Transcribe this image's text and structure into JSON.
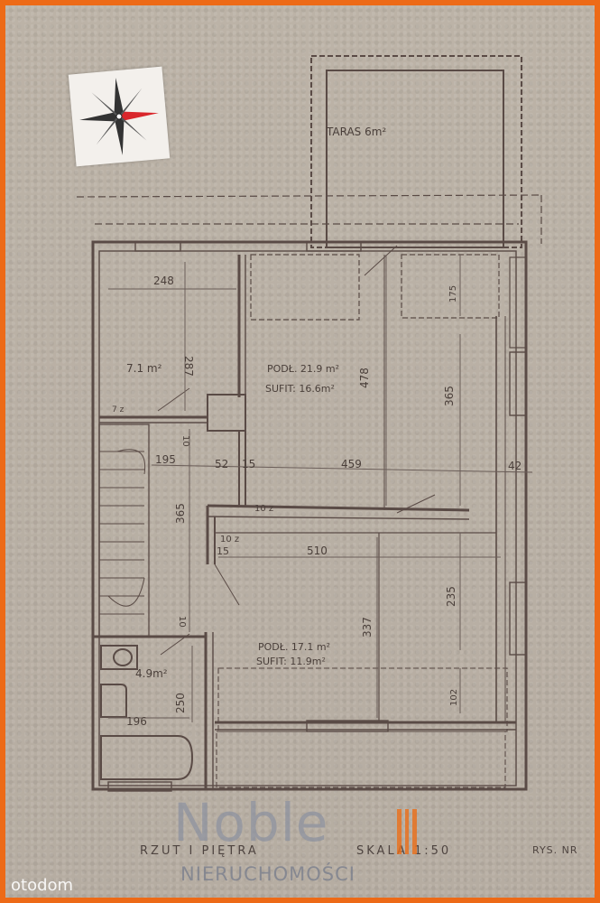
{
  "rooms": {
    "terrace": "TARAS 6m²",
    "room1_area": "7.1 m²",
    "room2_area": "PODŁ. 21.9 m²",
    "room2_ceiling": "SUFIT: 16.6m²",
    "room3_area": "PODŁ. 17.1 m²",
    "room3_ceiling": "SUFIT: 11.9m²",
    "bath_area": "4.9m²"
  },
  "dimensions": {
    "d248": "248",
    "d287": "287",
    "d478": "478",
    "d365a": "365",
    "d195": "195",
    "d52": "52",
    "d15a": "15",
    "d459": "459",
    "d42": "42",
    "d10a": "10",
    "d10b": "10 z",
    "d10c": "10 z",
    "d15b": "15",
    "d510": "510",
    "d365b": "365",
    "d10d": "10",
    "d337": "337",
    "d235": "235",
    "d102": "102",
    "d250": "250",
    "d196": "196",
    "d175": "175",
    "d72": "7 z"
  },
  "footer": {
    "plan_title": "RZUT I PIĘTRA",
    "scale": "SKALA 1:50",
    "drawing_no": "RYS. NR"
  },
  "logo": {
    "word": "Noble",
    "subtitle": "NIERUCHOMOŚCI"
  },
  "watermark": "otodom",
  "compass": "compass-rose-icon"
}
